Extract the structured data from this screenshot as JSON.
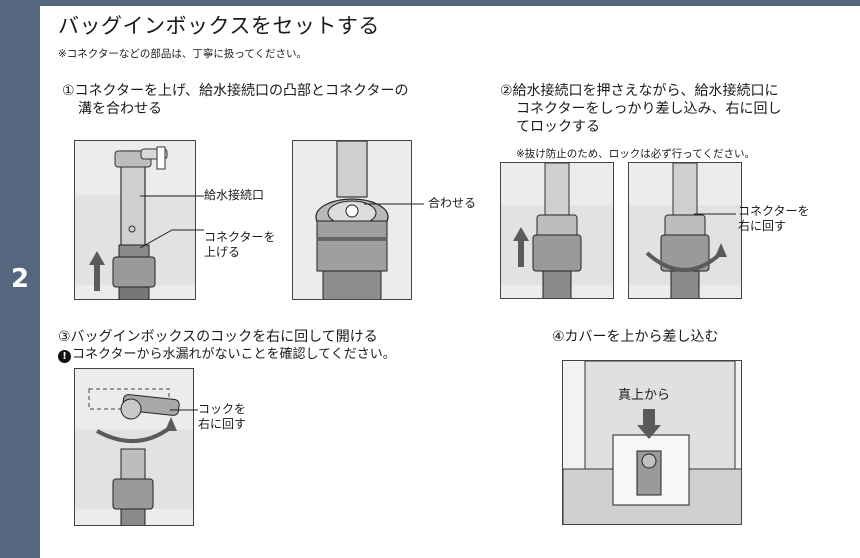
{
  "page": {
    "section_number": "2",
    "title": "バッグインボックスをセットする",
    "caution": "※コネクターなどの部品は、丁寧に扱ってください。"
  },
  "steps": {
    "s1": {
      "line1": "①コネクターを上げ、給水接続口の凸部とコネクターの",
      "line2": "溝を合わせる",
      "callout_inlet": "給水接続口",
      "callout_lift_1": "コネクターを",
      "callout_lift_2": "上げる",
      "callout_align": "合わせる"
    },
    "s2": {
      "line1": "②給水接続口を押さえながら、給水接続口に",
      "line2": "コネクターをしっかり差し込み、右に回し",
      "line3": "てロックする",
      "note": "※抜け防止のため、ロックは必ず行ってください。",
      "callout_1": "コネクターを",
      "callout_2": "右に回す"
    },
    "s3": {
      "line1": "③バッグインボックスのコックを右に回して開ける",
      "warning": "コネクターから水漏れがないことを確認してください。",
      "callout_1": "コックを",
      "callout_2": "右に回す"
    },
    "s4": {
      "line1": "④カバーを上から差し込む",
      "label": "真上から"
    }
  },
  "colors": {
    "tab": "#54677f",
    "text": "#1a1a1a",
    "arrow": "#5a5a5a"
  },
  "icons": {
    "warning": "exclamation-circle-icon"
  }
}
